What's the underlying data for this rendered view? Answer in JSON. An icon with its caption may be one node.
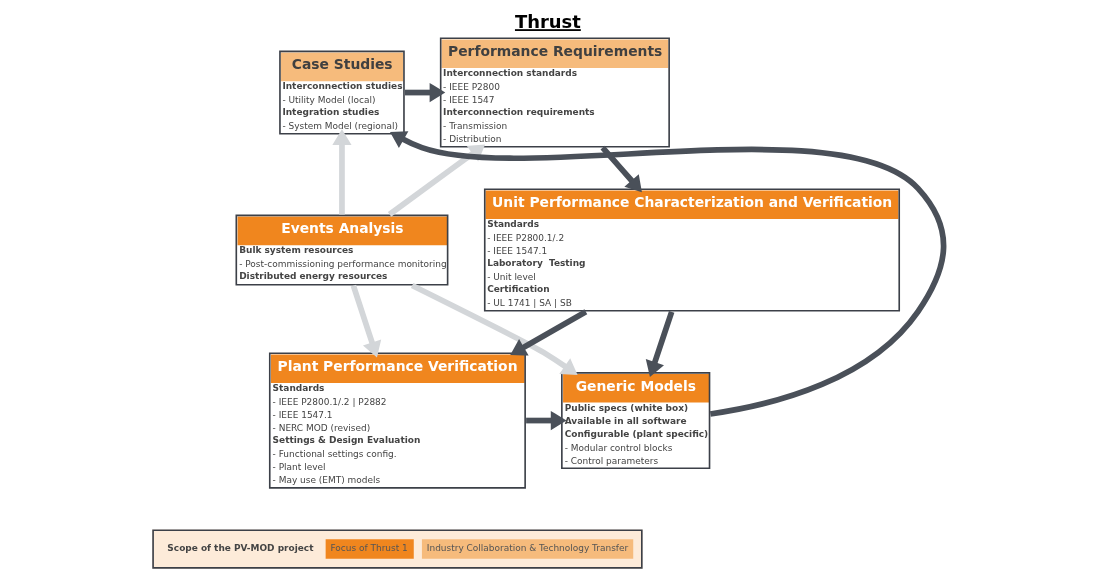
{
  "diagram": {
    "title": "Thrust",
    "nodes": [
      {
        "text": [
          "Case Studies",
          "Interconnection studies",
          "- Utility Model (local)",
          "Integration studies",
          "- System Model (regional)"
        ]
      },
      {
        "text": [
          "Events Analysis",
          "Bulk system resources",
          "- Post-commissioning performance monitoring",
          "Distributed energy resources"
        ]
      },
      {
        "text": [
          "Performance Requirements",
          "Interconnection standards",
          "- IEEE P2800",
          "- IEEE 1547",
          "Interconnection requirements",
          "- Transmission",
          "- Distribution"
        ]
      },
      {
        "text": [
          "Unit Performance Characterization and Verification",
          "Standards",
          "- IEEE P2800.1/.2",
          "- IEEE 1547.1",
          "Laboratory  Testing",
          "- Unit level",
          "Certification",
          "- UL 1741 | SA | SB"
        ]
      },
      {
        "text": [
          "Generic Models",
          "Public specs (white box)",
          "Available in all software",
          "Configurable (plant specific)",
          "- Modular control blocks",
          "- Control parameters"
        ]
      },
      {
        "text": [
          "Plant Performance Verification",
          "Standards",
          "- IEEE P2800.1/.2 | P2882",
          "- IEEE 1547.1",
          "- NERC MOD (revised)",
          "Settings & Design Evaluation",
          "- Functional settings config.",
          "- Plant level",
          "- May use (EMT) models"
        ]
      }
    ],
    "edges": [
      {
        "from": 0,
        "to": 2,
        "arrow": "to"
      },
      {
        "from": 2,
        "to": 3,
        "arrow": "to"
      },
      {
        "from": 3,
        "to": 4,
        "arrow": "to"
      },
      {
        "from": 3,
        "to": 5,
        "arrow": "to"
      },
      {
        "from": 5,
        "to": 4,
        "arrow": "to"
      },
      {
        "from": 4,
        "to": 0,
        "arrow": "to"
      },
      {
        "from": 1,
        "to": 0,
        "arrow": "to",
        "color": "#d3d6d9"
      },
      {
        "from": 1,
        "to": 2,
        "arrow": "to",
        "color": "#d3d6d9"
      },
      {
        "from": 1,
        "to": 4,
        "arrow": "to",
        "color": "#d3d6d9"
      },
      {
        "from": 1,
        "to": 5,
        "arrow": "to",
        "color": "#d3d6d9"
      }
    ],
    "labels": [
      "Scope of the PV-MOD project"
    ],
    "legend": [
      {
        "text": "Focus of Thrust 1",
        "color": "#f0861e"
      },
      {
        "text": "Industry Collaboration & Technology Transfer",
        "color": "#f6bb7c"
      }
    ]
  }
}
